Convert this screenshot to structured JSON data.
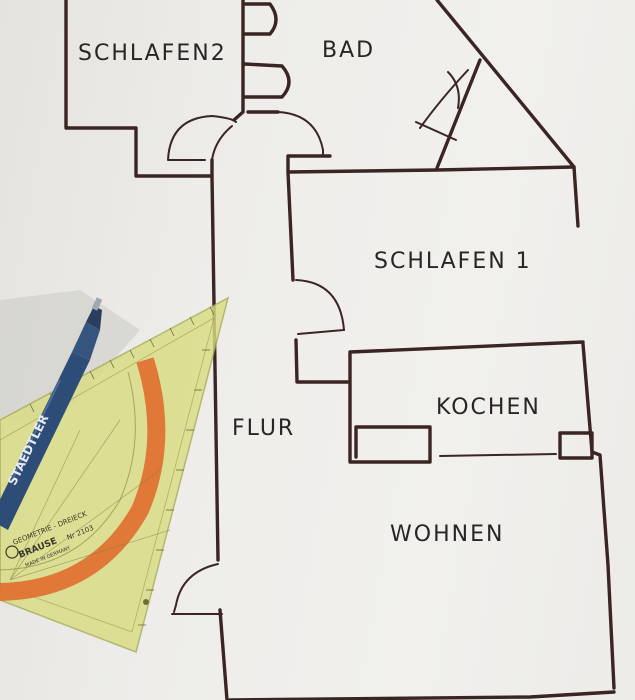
{
  "rooms": {
    "schlafen2": "SCHLAFEN2",
    "bad": "BAD",
    "schlafen1": "SCHLAFEN 1",
    "kochen": "KOCHEN",
    "flur": "FLUR",
    "wohnen": "WOHNEN"
  },
  "ruler": {
    "line1": "GEOMETRIE - DREIECK",
    "brand": "BRAUSE",
    "model": "Nr 2103",
    "origin": "MADE IN GERMANY"
  },
  "pen": {
    "brand": "STAEDTLER"
  }
}
